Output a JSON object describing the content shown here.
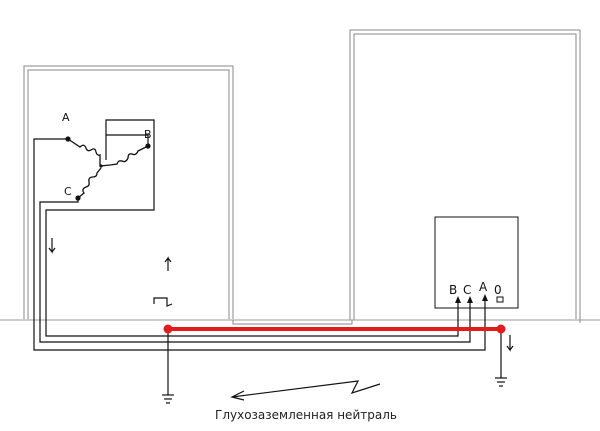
{
  "labels": {
    "gen_a": "A",
    "gen_b": "B",
    "gen_c": "C",
    "term_b": "B",
    "term_c": "C",
    "term_a": "A",
    "term_0": "0"
  },
  "caption": "Глухозаземленная нейтраль",
  "colors": {
    "wire": "#111111",
    "box": "#8a8a8a",
    "neutral": "#e21b1b",
    "ground_line": "#9a9a9a"
  },
  "icons": [
    "ground-icon",
    "arrow-icon",
    "coil-icon"
  ]
}
